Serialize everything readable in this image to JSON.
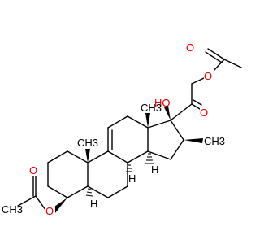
{
  "molecule": {
    "atom_labels": {
      "o_acetyl_carbonyl_top": "O",
      "o_ester_top": "O",
      "o_ketone": "O",
      "hydroxyl": "HO",
      "h_c14": "H",
      "h_c8": "H",
      "h_c5": "H",
      "methyl_c18": "CH3",
      "methyl_c19": "CH3",
      "methyl_c16": "CH3",
      "methyl_acetyl_left": "CH3",
      "o_ester_left": "O",
      "o_acetyl_carbonyl_left": "O"
    },
    "colors": {
      "bond": "#000000",
      "oxygen": "#e00000",
      "background": "#ffffff"
    }
  }
}
